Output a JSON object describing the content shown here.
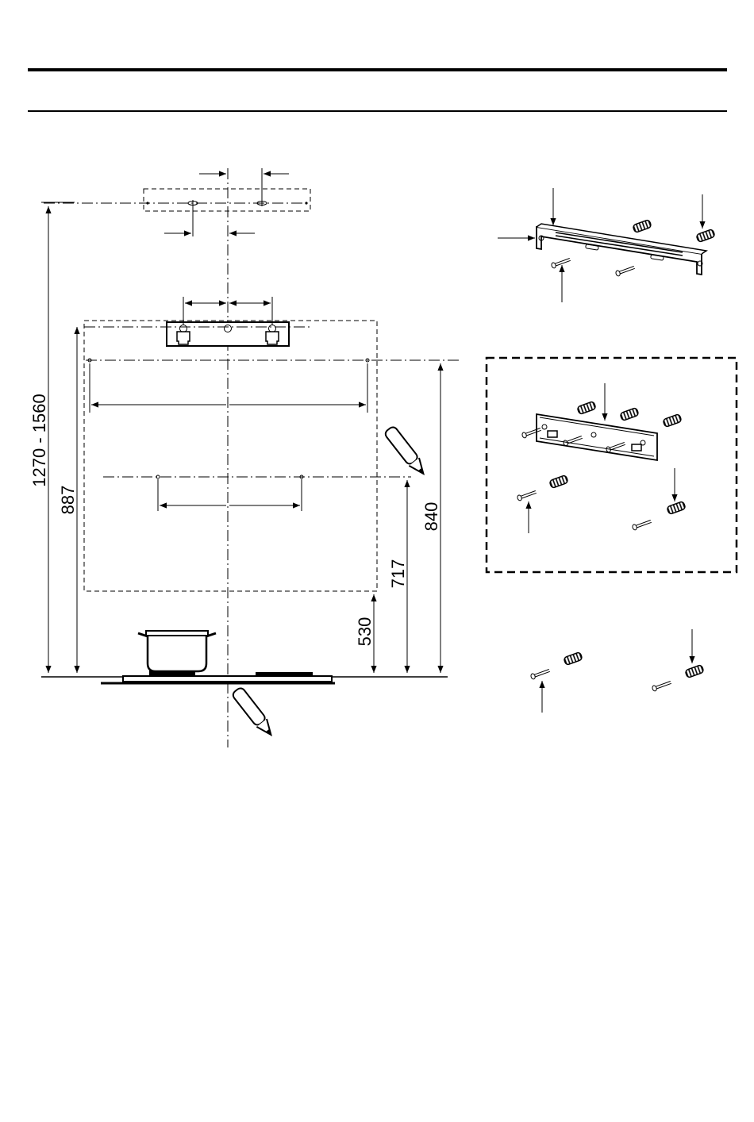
{
  "diagram": {
    "dimensions": {
      "overall_range": "1270 - 1560",
      "cooktop_to_top": "887",
      "upper_holes": "840",
      "lower_holes": "717",
      "hood_bottom": "530"
    }
  }
}
